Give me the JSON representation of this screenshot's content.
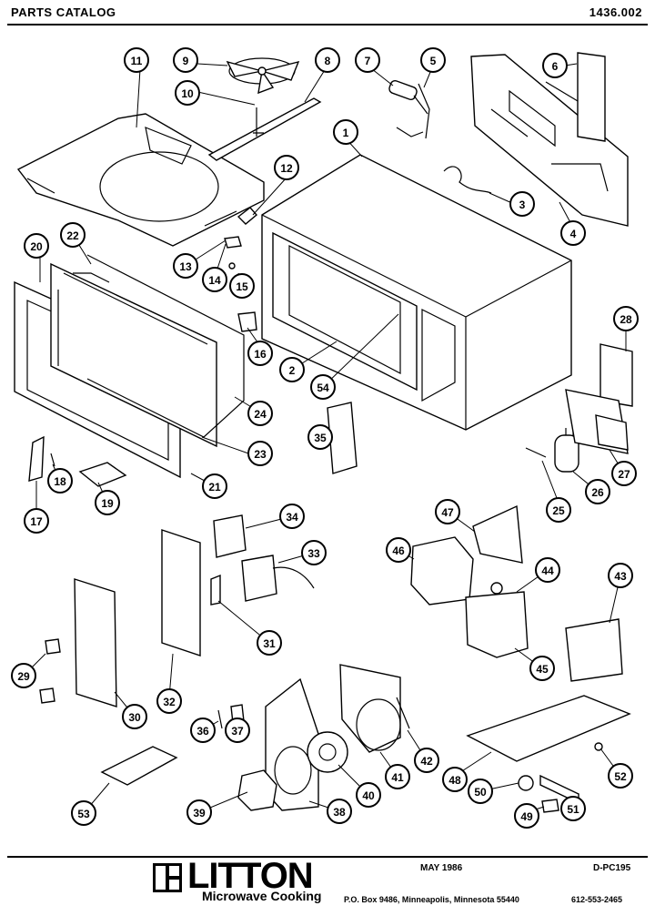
{
  "header": {
    "left": "PARTS CATALOG",
    "right": "1436.002"
  },
  "footer": {
    "brand": "LITTON",
    "subbrand": "Microwave Cooking",
    "date": "MAY 1986",
    "doc_number": "D-PC195",
    "address": "P.O. Box 9486, Minneapolis, Minnesota 55440",
    "phone": "612-553-2465"
  },
  "callouts": [
    "1",
    "2",
    "3",
    "4",
    "5",
    "6",
    "7",
    "8",
    "9",
    "10",
    "11",
    "12",
    "13",
    "14",
    "15",
    "16",
    "17",
    "18",
    "19",
    "20",
    "21",
    "22",
    "23",
    "24",
    "25",
    "26",
    "27",
    "28",
    "29",
    "30",
    "31",
    "32",
    "33",
    "34",
    "35",
    "36",
    "37",
    "38",
    "39",
    "40",
    "41",
    "42",
    "43",
    "44",
    "45",
    "46",
    "47",
    "48",
    "49",
    "50",
    "51",
    "52",
    "53",
    "54"
  ]
}
